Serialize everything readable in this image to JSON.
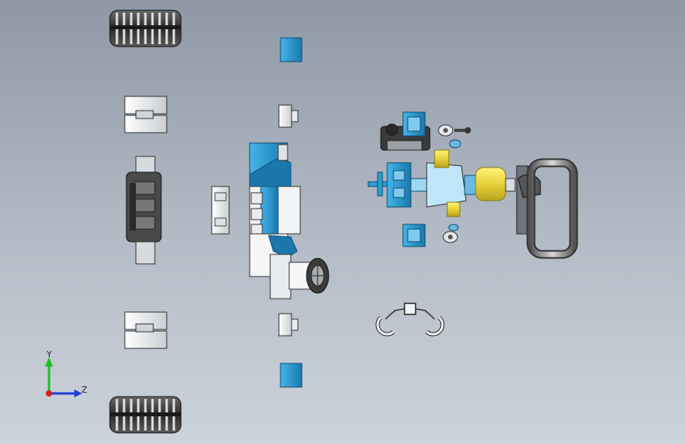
{
  "viewport": {
    "background_top": "#8e98a6",
    "background_bottom": "#cdd3db"
  },
  "triad": {
    "y_label": "Y",
    "z_label": "Z",
    "colors": {
      "y": "#1fbf1f",
      "z": "#1f3fd8",
      "x": "#d81f1f"
    }
  },
  "colors": {
    "part_blue": "#2a9fd6",
    "part_blue_dark": "#1670a0",
    "part_yellow": "#e8dc3a",
    "part_white": "#f4f6f8",
    "part_dark": "#3a3a3a",
    "part_grey": "#9aa0a6"
  },
  "parts": [
    "wheel-top",
    "wheel-bottom",
    "axle-clip-top",
    "axle-clip-bottom",
    "suspension-assembly",
    "blue-block-top",
    "blue-block-bottom",
    "peg-top",
    "peg-bottom",
    "side-plate",
    "chassis-body",
    "motor-housing",
    "gear-cluster",
    "bracket-blue-top",
    "bracket-blue-bottom",
    "tow-hooks",
    "handle-loop"
  ]
}
